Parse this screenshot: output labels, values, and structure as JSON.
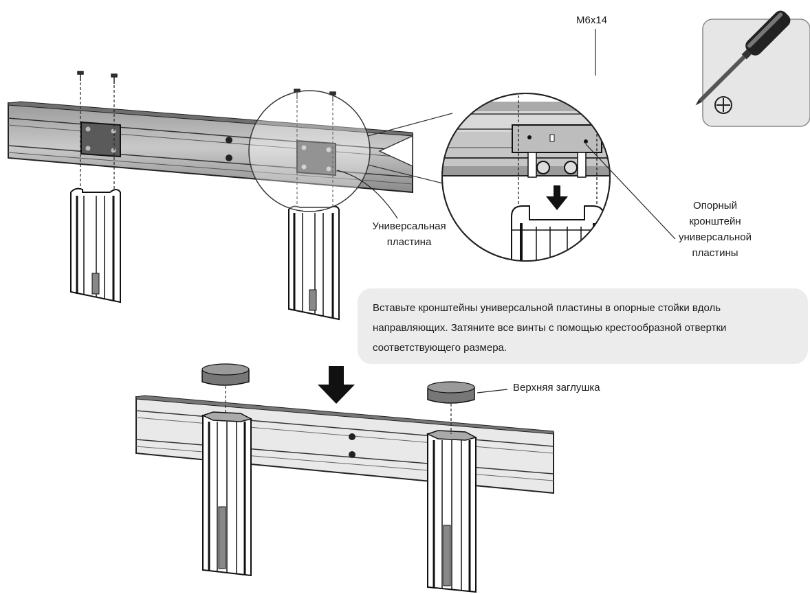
{
  "labels": {
    "screw_size": "M6x14",
    "universal_plate": [
      "Универсальная",
      "пластина"
    ],
    "support_bracket": [
      "Опорный",
      "кронштейн",
      "универсальной",
      "пластины"
    ],
    "top_cap": "Верхняя заглушка"
  },
  "instruction": {
    "lines": [
      "Вставьте кронштейны универсальной пластины в опорные стойки вдоль",
      "направляющих. Затяните все винты с помощью крестообразной отвертки",
      "соответствующего размера."
    ]
  },
  "icons": {
    "tool": "phillips-screwdriver-icon",
    "tool_head": "phillips-cross-icon"
  }
}
